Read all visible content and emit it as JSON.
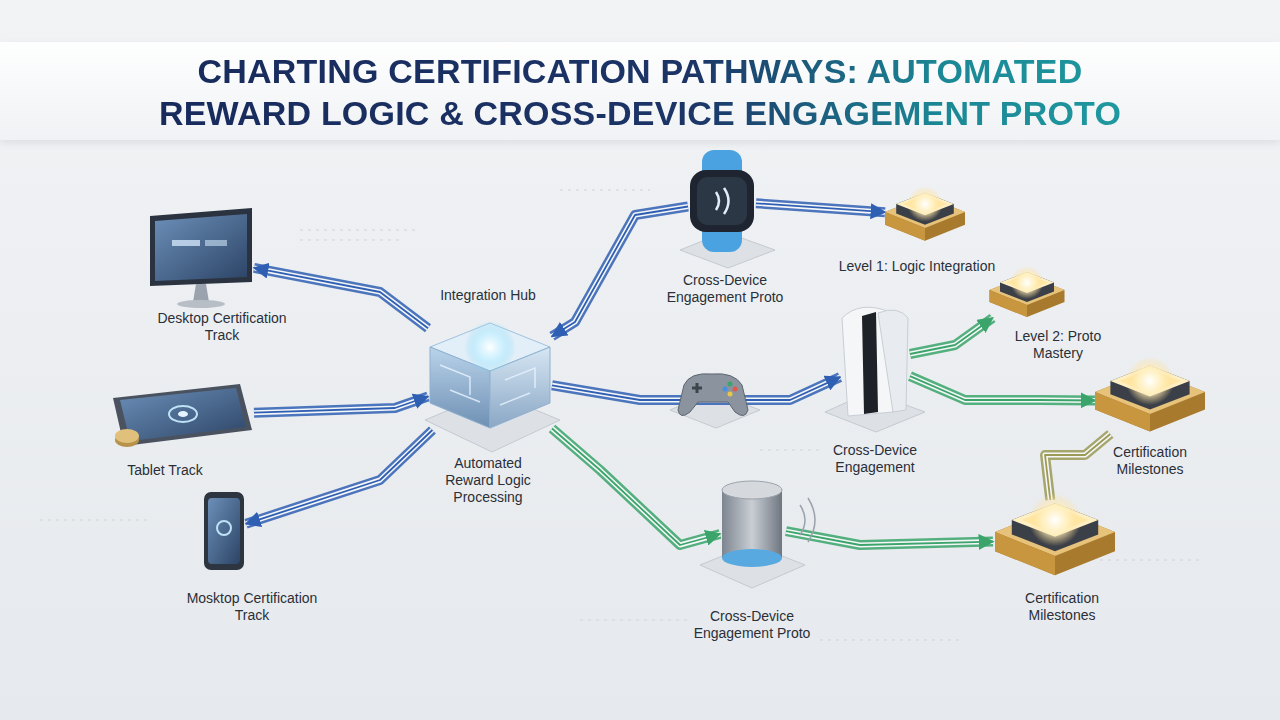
{
  "diagram": {
    "title": "CHARTING CERTIFICATION PATHWAYS: AUTOMATED REWARD LOGIC & CROSS-DEVICE ENGAGEMENT PROTO",
    "nodes": [
      {
        "text": [
          "Desktop Certification Track"
        ]
      },
      {
        "text": [
          "Tablet Track"
        ]
      },
      {
        "text": [
          "Mosktop Certification Track"
        ]
      },
      {
        "text": [
          "Integration Hub",
          "Automated Reward Logic Processing"
        ]
      },
      {
        "text": [
          "Cross-Device Engagement Proto"
        ]
      },
      {
        "text": [
          "Cross-Device Engagement"
        ]
      },
      {
        "text": [
          "Cross-Device Engagement Proto"
        ]
      },
      {
        "text": [
          "Level 1: Logic Integration"
        ]
      },
      {
        "text": [
          "Level 2: Proto Mastery"
        ]
      },
      {
        "text": [
          "Certification Milestones"
        ]
      },
      {
        "text": [
          "Certification Milestones"
        ]
      }
    ],
    "edges": [
      {
        "from": 3,
        "to": 0,
        "arrow": "to"
      },
      {
        "from": 1,
        "to": 3,
        "arrow": "to"
      },
      {
        "from": 3,
        "to": 2,
        "arrow": "to"
      },
      {
        "from": 4,
        "to": 3,
        "arrow": "to"
      },
      {
        "from": 4,
        "to": 7,
        "arrow": "to"
      },
      {
        "from": 3,
        "to": 5,
        "arrow": "to"
      },
      {
        "from": 5,
        "to": 8,
        "arrow": "to"
      },
      {
        "from": 5,
        "to": 9,
        "arrow": "to"
      },
      {
        "from": 3,
        "to": 6,
        "arrow": "to"
      },
      {
        "from": 6,
        "to": 10,
        "arrow": "to"
      },
      {
        "from": 10,
        "to": 9,
        "arrow": "none"
      }
    ]
  }
}
